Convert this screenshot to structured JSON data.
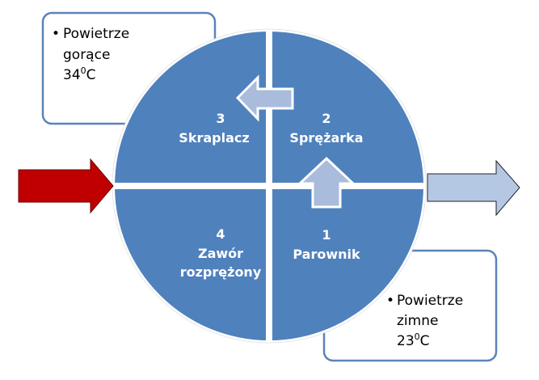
{
  "colors": {
    "quadrant": "#4f81bd",
    "box_border": "#5b83b9",
    "hot_arrow": "#c00000",
    "cold_arrow": "#b4c8e4",
    "inner_arrow": "#a9bcdc"
  },
  "quadrants": [
    {
      "number": "1",
      "label": "Parownik"
    },
    {
      "number": "2",
      "label": "Sprężarka"
    },
    {
      "number": "3",
      "label": "Skraplacz"
    },
    {
      "number": "4",
      "label_line1": "Zawór",
      "label_line2": "rozprężony"
    }
  ],
  "hot_air_box": {
    "bullet": "•",
    "line1": "Powietrze",
    "line2": "gorące",
    "temp": "34",
    "unit": "C",
    "sup": "0"
  },
  "cold_air_box": {
    "bullet": "•",
    "line1": "Powietrze",
    "line2": "zimne",
    "temp": "23",
    "unit": "C",
    "sup": "0"
  }
}
